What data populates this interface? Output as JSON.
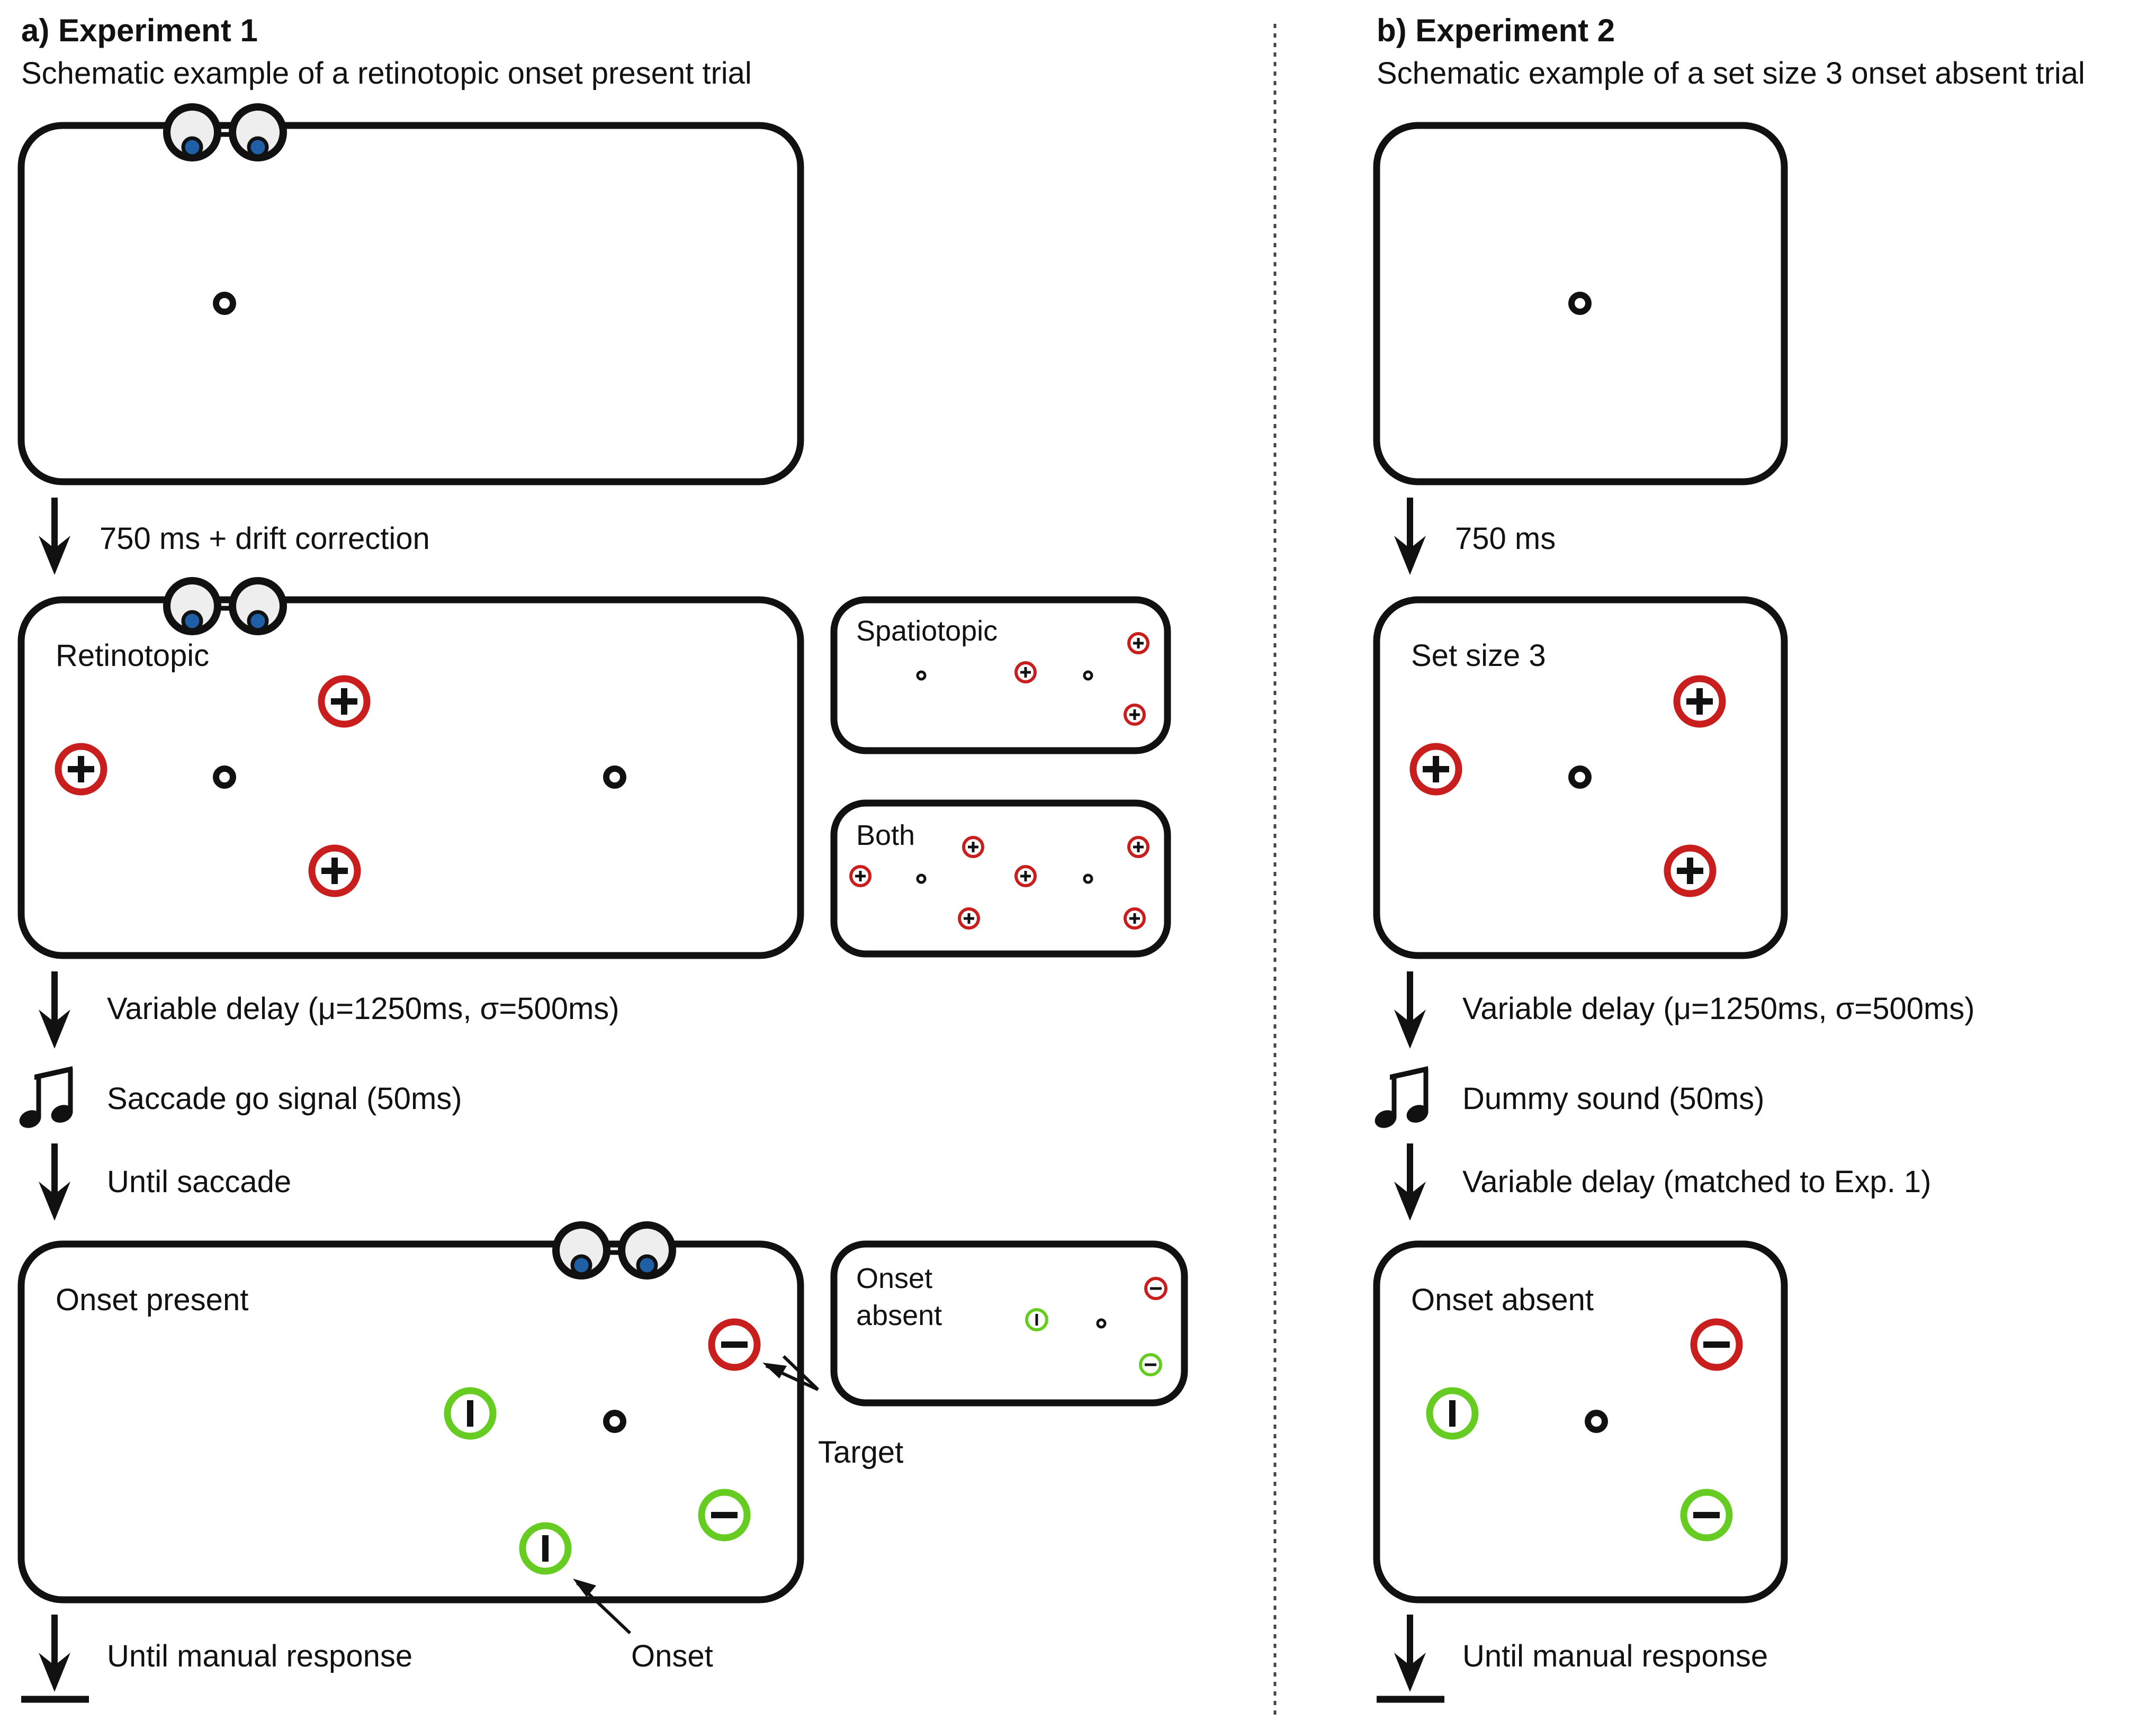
{
  "colors": {
    "ink": "#111111",
    "red": "#c81e1e",
    "green": "#66cc22",
    "eye_white": "#eeeeee",
    "pupil": "#1f5fa6"
  },
  "icons": {
    "eyes": "eyes-icon",
    "arrow": "down-arrow-icon",
    "stop": "terminal-arrow-icon",
    "music": "music-note-icon"
  },
  "exp1": {
    "heading": "a) Experiment 1",
    "subtitle": "Schematic example of a retinotopic onset present trial",
    "step1": "750 ms + drift correction",
    "retinotopic": "Retinotopic",
    "spatiotopic": "Spatiotopic",
    "both": "Both",
    "step2": "Variable delay (μ=1250ms, σ=500ms)",
    "step3": "Saccade go signal (50ms)",
    "step4": "Until saccade",
    "onset_present": "Onset present",
    "onset_absent_1": "Onset",
    "onset_absent_2": "absent",
    "target": "Target",
    "onset": "Onset",
    "step5": "Until manual response"
  },
  "exp2": {
    "heading": "b) Experiment 2",
    "subtitle": "Schematic example of a set size 3 onset absent trial",
    "step1": "750 ms",
    "set_size": "Set size 3",
    "step2": "Variable delay (μ=1250ms, σ=500ms)",
    "step3": "Dummy sound (50ms)",
    "step4": "Variable delay (matched to Exp. 1)",
    "onset_absent": "Onset absent",
    "step5": "Until manual response"
  }
}
